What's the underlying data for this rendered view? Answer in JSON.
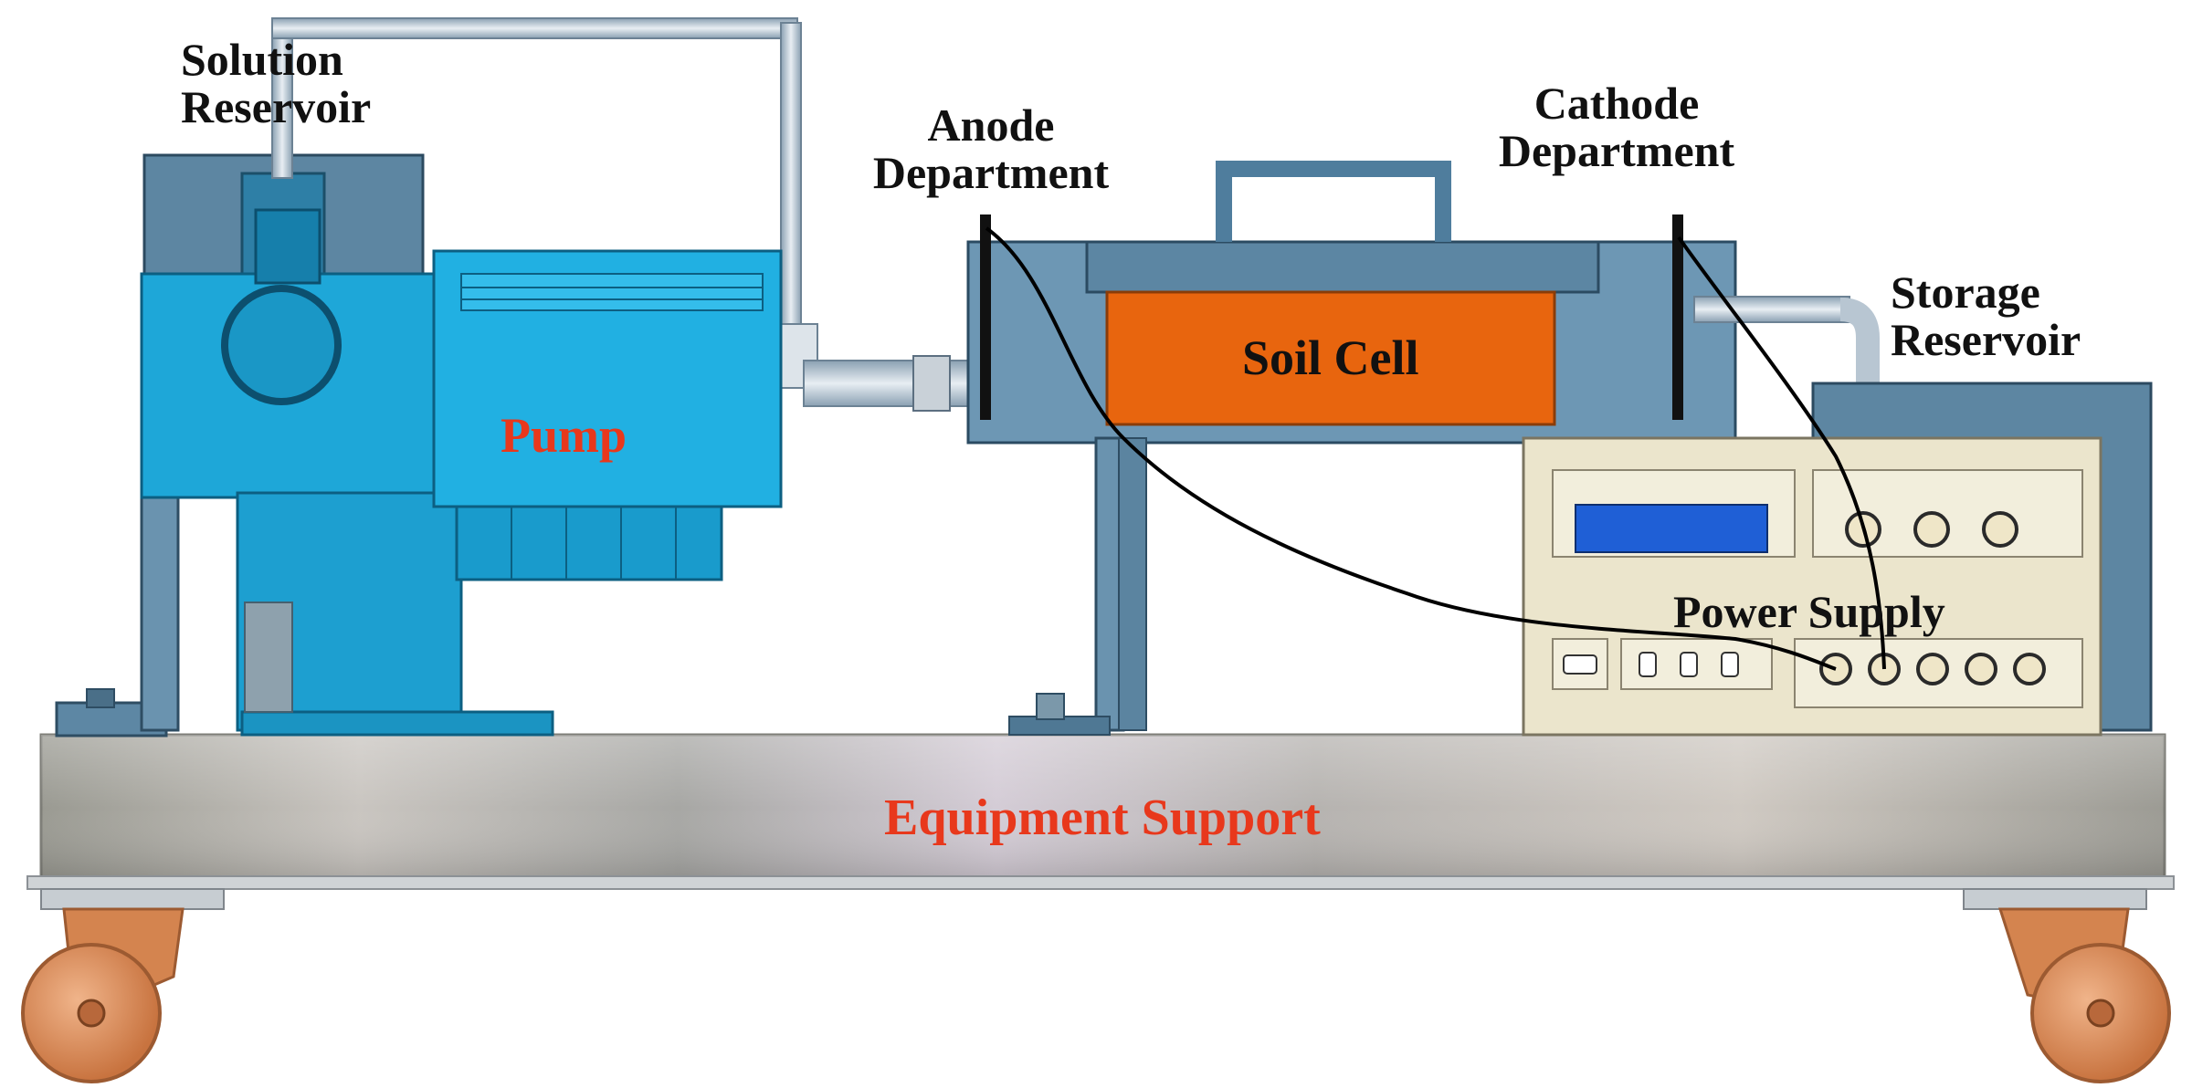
{
  "labels": {
    "solution_reservoir": [
      "Solution",
      "Reservoir"
    ],
    "anode_department": [
      "Anode",
      "Department"
    ],
    "cathode_department": [
      "Cathode",
      "Department"
    ],
    "storage_reservoir": [
      "Storage",
      "Reservoir"
    ],
    "soil_cell": "Soil Cell",
    "pump": "Pump",
    "power_supply": "Power Supply",
    "equipment_support": "Equipment Support"
  },
  "colors": {
    "pump_blue": "#1ea7d8",
    "soil_cell_orange": "#e8650e",
    "frame_steel": "#5f8aa8",
    "power_panel": "#ebe5cc",
    "display_blue": "#1f5fd6",
    "caster_copper": "#d68758",
    "label_red": "#e8381c",
    "label_black": "#111111"
  },
  "icons": {
    "pump": "pump-icon",
    "wheel": "caster-wheel-icon",
    "knob": "knob-icon"
  }
}
